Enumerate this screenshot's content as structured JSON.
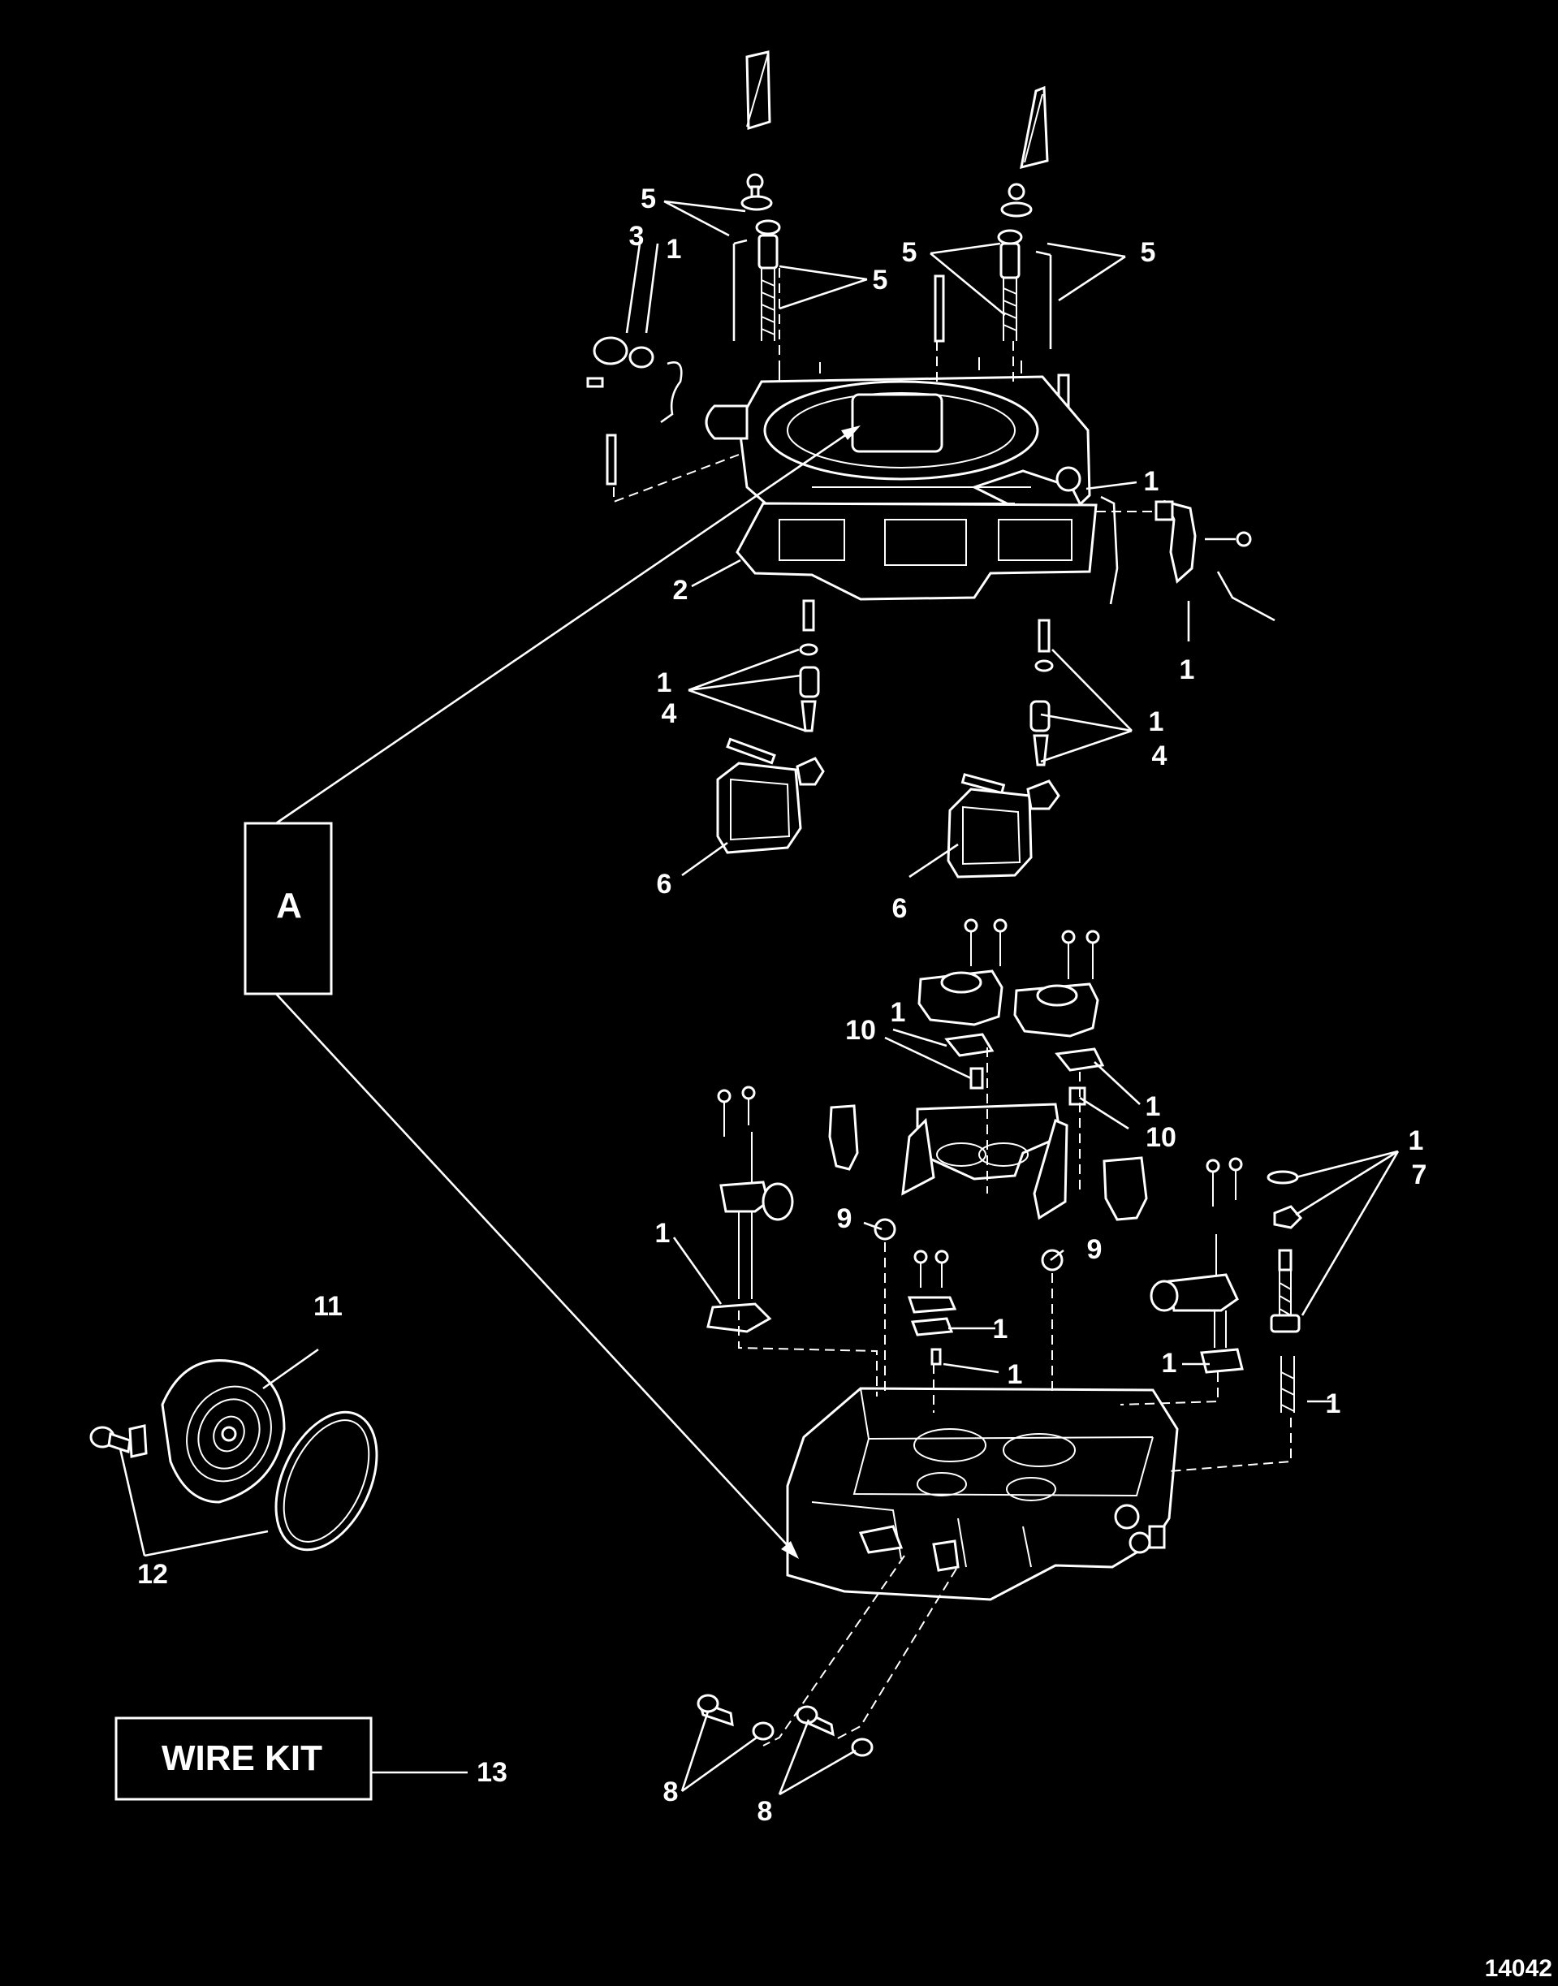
{
  "diagram": {
    "figure_number": "14042",
    "callout_box_letter": "A",
    "wire_kit_label": "WIRE KIT",
    "labels": [
      {
        "id": "l5a",
        "text": "5"
      },
      {
        "id": "l3",
        "text": "3"
      },
      {
        "id": "l1a",
        "text": "1"
      },
      {
        "id": "l5b",
        "text": "5"
      },
      {
        "id": "l5c",
        "text": "5"
      },
      {
        "id": "l5d",
        "text": "5"
      },
      {
        "id": "l1b",
        "text": "1"
      },
      {
        "id": "l2",
        "text": "2"
      },
      {
        "id": "l1c",
        "text": "1"
      },
      {
        "id": "l1d",
        "text": "1"
      },
      {
        "id": "l4a",
        "text": "4"
      },
      {
        "id": "l1e",
        "text": "1"
      },
      {
        "id": "l4b",
        "text": "4"
      },
      {
        "id": "l6a",
        "text": "6"
      },
      {
        "id": "l6b",
        "text": "6"
      },
      {
        "id": "l10a",
        "text": "10"
      },
      {
        "id": "l1f",
        "text": "1"
      },
      {
        "id": "l1g",
        "text": "1"
      },
      {
        "id": "l10b",
        "text": "10"
      },
      {
        "id": "l1h",
        "text": "1"
      },
      {
        "id": "l7",
        "text": "7"
      },
      {
        "id": "l9a",
        "text": "9"
      },
      {
        "id": "l9b",
        "text": "9"
      },
      {
        "id": "l1i",
        "text": "1"
      },
      {
        "id": "l1j",
        "text": "1"
      },
      {
        "id": "l1k",
        "text": "1"
      },
      {
        "id": "l1l",
        "text": "1"
      },
      {
        "id": "l1m",
        "text": "1"
      },
      {
        "id": "l11",
        "text": "11"
      },
      {
        "id": "l12",
        "text": "12"
      },
      {
        "id": "l13",
        "text": "13"
      },
      {
        "id": "l8a",
        "text": "8"
      },
      {
        "id": "l8b",
        "text": "8"
      }
    ]
  }
}
